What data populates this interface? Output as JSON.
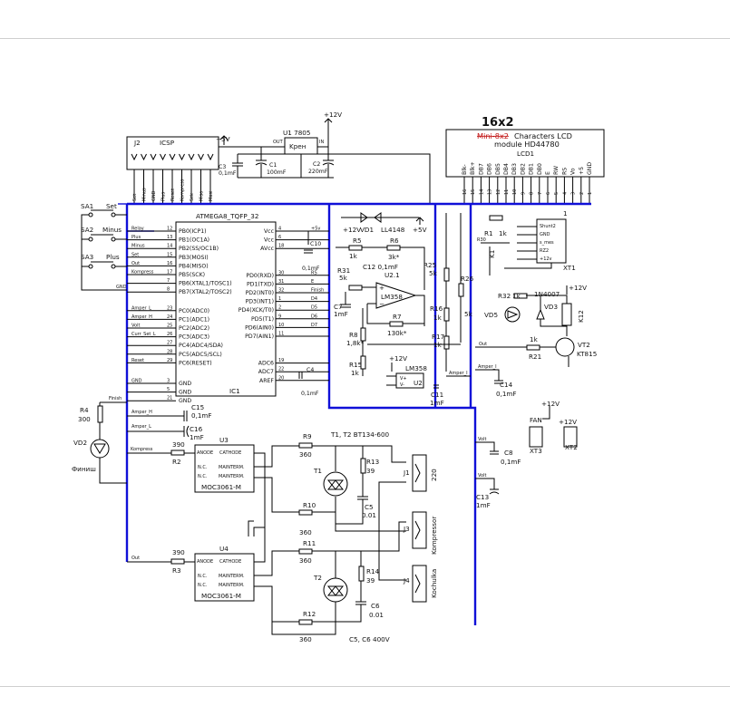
{
  "title": "16x2",
  "lcd": {
    "line1": "Mini-8x2",
    "line1b": "Characters LCD",
    "line2": "module HD44780",
    "ref": "LCD1",
    "pins": [
      "Blk-",
      "Blk+",
      "DB7",
      "DB6",
      "DB5",
      "DB4",
      "DB3",
      "DB2",
      "DB1",
      "DB0",
      "E",
      "RW",
      "RS",
      "Vo",
      "+5",
      "GND"
    ],
    "pin_numbers": [
      "16",
      "15",
      "14",
      "13",
      "12",
      "11",
      "10",
      "9",
      "8",
      "7",
      "6",
      "5",
      "4",
      "3",
      "2",
      "1"
    ]
  },
  "icsp": {
    "ref": "J2",
    "name": "ICSP",
    "pins": [
      "Set",
      "Minus",
      "GND",
      "Plus",
      "Reset",
      "Kompress",
      "Sck",
      "Miso",
      "Mosi"
    ]
  },
  "mcu": {
    "name": "ATMEGA8_TQFP_32",
    "ref": "IC1",
    "left_pins": [
      {
        "net": "Relay",
        "num": "12",
        "name": "PB0(ICP1)"
      },
      {
        "net": "Plus",
        "num": "13",
        "name": "PB1(OC1A)"
      },
      {
        "net": "Minus",
        "num": "14",
        "name": "PB2(SS/OC1B)"
      },
      {
        "net": "Set",
        "num": "15",
        "name": "PB3(MOSI)"
      },
      {
        "net": "Out",
        "num": "16",
        "name": "PB4(MISO)"
      },
      {
        "net": "Kompress",
        "num": "17",
        "name": "PB5(SCK)"
      },
      {
        "net": "",
        "num": "7",
        "name": "PB6(XTAL1/TOSC1)"
      },
      {
        "net": "",
        "num": "8",
        "name": "PB7(XTAL2/TOSC2)"
      },
      {
        "net": "Amper_L",
        "num": "23",
        "name": "PC0(ADC0)"
      },
      {
        "net": "Amper_H",
        "num": "24",
        "name": "PC1(ADC1)"
      },
      {
        "net": "Volt",
        "num": "25",
        "name": "PC2(ADC2)"
      },
      {
        "net": "Curr_Set_L",
        "num": "26",
        "name": "PC3(ADC3)"
      },
      {
        "net": "",
        "num": "27",
        "name": "PC4(ADC4/SDA)"
      },
      {
        "net": "",
        "num": "28",
        "name": "PC5(ADC5/SCL)"
      },
      {
        "net": "Reset",
        "num": "29",
        "name": "PC6(RESET)"
      },
      {
        "net": "GND",
        "num": "3",
        "name": "GND"
      },
      {
        "net": "",
        "num": "5",
        "name": "GND"
      },
      {
        "net": "",
        "num": "21",
        "name": "GND"
      }
    ],
    "right_pins": [
      {
        "name": "Vcc",
        "num": "4",
        "net": "+5v"
      },
      {
        "name": "Vcc",
        "num": "6",
        "net": ""
      },
      {
        "name": "AVcc",
        "num": "18",
        "net": ""
      },
      {
        "name": "PD0(RXD)",
        "num": "30",
        "net": "RS"
      },
      {
        "name": "PD1(TXD)",
        "num": "31",
        "net": "E"
      },
      {
        "name": "PD2(INT0)",
        "num": "32",
        "net": "Finish"
      },
      {
        "name": "PD3(INT1)",
        "num": "1",
        "net": "D4"
      },
      {
        "name": "PD4(XCK/T0)",
        "num": "2",
        "net": "D5"
      },
      {
        "name": "PD5(T1)",
        "num": "9",
        "net": "D6"
      },
      {
        "name": "PD6(AIN0)",
        "num": "10",
        "net": "D7"
      },
      {
        "name": "PD7(AIN1)",
        "num": "11",
        "net": ""
      },
      {
        "name": "ADC6",
        "num": "19",
        "net": ""
      },
      {
        "name": "ADC7",
        "num": "22",
        "net": ""
      },
      {
        "name": "AREF",
        "num": "20",
        "net": ""
      }
    ]
  },
  "labels": {
    "u1_ref": "U1 7805",
    "u1_name": "Kpeн",
    "u1_out": "OUT",
    "u1_in": "IN",
    "plus12": "+12V",
    "plus5v": "+5V",
    "plus5": "+5V",
    "c3": "C3",
    "c3v": "0,1mF",
    "c1": "C1",
    "c1v": "100mF",
    "c2": "C2",
    "c2v": "220mF",
    "sa1": "SA1",
    "sa1_name": "Set",
    "sa2": "SA2",
    "sa2_name": "Minus",
    "sa3": "SA3",
    "sa3_name": "Plus",
    "gnd": "GND",
    "c10": "C10",
    "c10v": "0,1mF",
    "c4": "C4",
    "c4v": "0,1mF",
    "r5": "R5",
    "r5v": "1k",
    "r6": "R6",
    "r6v": "3k*",
    "vd1": "VD1",
    "vd1n": "LL4148",
    "r31": "R31",
    "r31v": "5k",
    "c12": "C12 0,1mF",
    "u21": "U2.1",
    "lm": "LM358",
    "c7": "C7",
    "c7v": "1mF",
    "r7": "R7",
    "r7v": "130k*",
    "r8": "R8",
    "r8v": "1,8k*",
    "r15": "R15",
    "r15v": "1k",
    "r16": "R16",
    "r16v": "1k",
    "r17": "R17",
    "r17v": "1k",
    "r25": "R25",
    "r25v": "5k",
    "r26": "R26",
    "r26v": "5k",
    "u2": "U2",
    "u2name": "LM358",
    "u2vp": "V+",
    "u2vm": "V-",
    "c11": "C11",
    "c11v": "1mF",
    "c14": "C14",
    "c14v": "0,1mF",
    "k1": "K1",
    "r1": "R1",
    "r1v": "1k",
    "r30": "R30",
    "r32": "R32",
    "r32v": "1k",
    "vd5": "VD5",
    "vd3": "VD3",
    "d4007": "1N4007",
    "k12": "K12",
    "vt2": "VT2",
    "vt2n": "KT815",
    "r21": "R21",
    "r21v": "1k",
    "xt1": "XT1",
    "xt1pins": [
      "Shunt2",
      "GND",
      "s_mes",
      "RZ2",
      "+12v"
    ],
    "fan": "FAN",
    "xt3": "XT3",
    "xt2": "XT2",
    "c8": "C8",
    "c8v": "0,1mF",
    "c13": "C13",
    "c13v": "1mF",
    "r4": "R4",
    "r4v": "300",
    "vd2": "VD2",
    "vd2n": "Финиш",
    "finish": "Finish",
    "c15": "C15",
    "c15v": "0,1mF",
    "c16": "C16",
    "c16v": "1mF",
    "ampH": "Amper_H",
    "ampL": "Amper_L",
    "u3": "U3",
    "u4": "U4",
    "moc": "MOC3061-M",
    "anode": "ANODE",
    "cathode": "CATHODE",
    "nc": "N.C.",
    "mainterm": "MAINTERM.",
    "r2": "R2",
    "r2v": "390",
    "r3": "R3",
    "r3v": "390",
    "kompress": "Kompress",
    "out": "Out",
    "r9": "R9",
    "r9v": "360",
    "r10": "R10",
    "r10v": "360",
    "r11": "R11",
    "r11v": "360",
    "r12": "R12",
    "r12v": "360",
    "t1": "T1",
    "t2": "T2",
    "triac": "T1, T2 BT134-600",
    "r13": "R13",
    "r13v": "39",
    "r14": "R14",
    "r14v": "39",
    "c5": "C5",
    "c5v": "0.01",
    "c6": "C6",
    "c6v": "0.01",
    "c56": "C5, C6 400V",
    "j1": "J1",
    "j1n": "220",
    "j3": "J3",
    "j3n": "Kompressor",
    "j4": "J4",
    "j4n": "Kochulka",
    "volt": "Volt",
    "amperI": "Amper_I",
    "shunt2": "Shunt2"
  }
}
